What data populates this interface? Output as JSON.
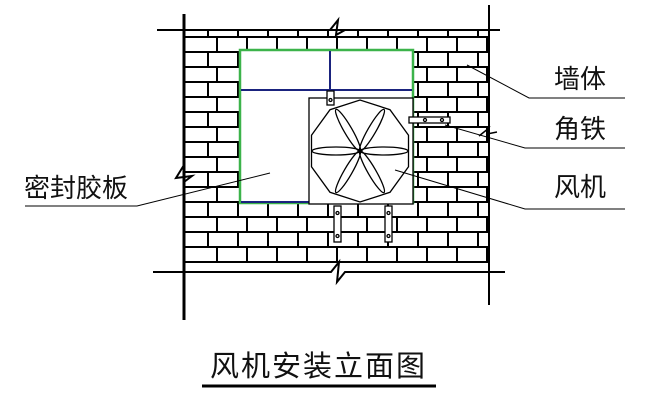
{
  "labels": {
    "wall": "墙体",
    "angle_iron": "角铁",
    "fan": "风机",
    "sealing_board": "密封胶板"
  },
  "title": "风机安装立面图",
  "colors": {
    "line": "#000000",
    "frame": "#3cb34a",
    "panel": "#1a237e"
  }
}
